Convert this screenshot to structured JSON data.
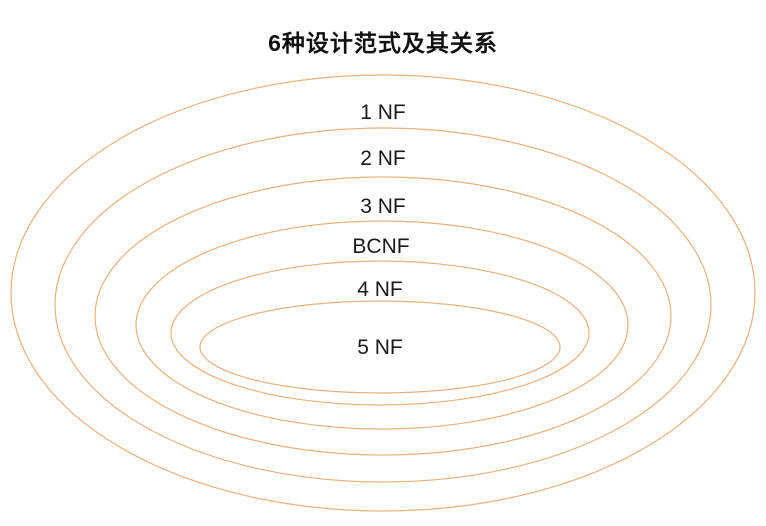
{
  "title": "6种设计范式及其关系",
  "diagram": {
    "type": "nested-ellipses-venn",
    "stroke_color": "#e9b17c",
    "labels": [
      {
        "text": "1 NF"
      },
      {
        "text": "2 NF"
      },
      {
        "text": "3 NF"
      },
      {
        "text": "BCNF"
      },
      {
        "text": "4 NF"
      },
      {
        "text": "5 NF"
      }
    ]
  }
}
